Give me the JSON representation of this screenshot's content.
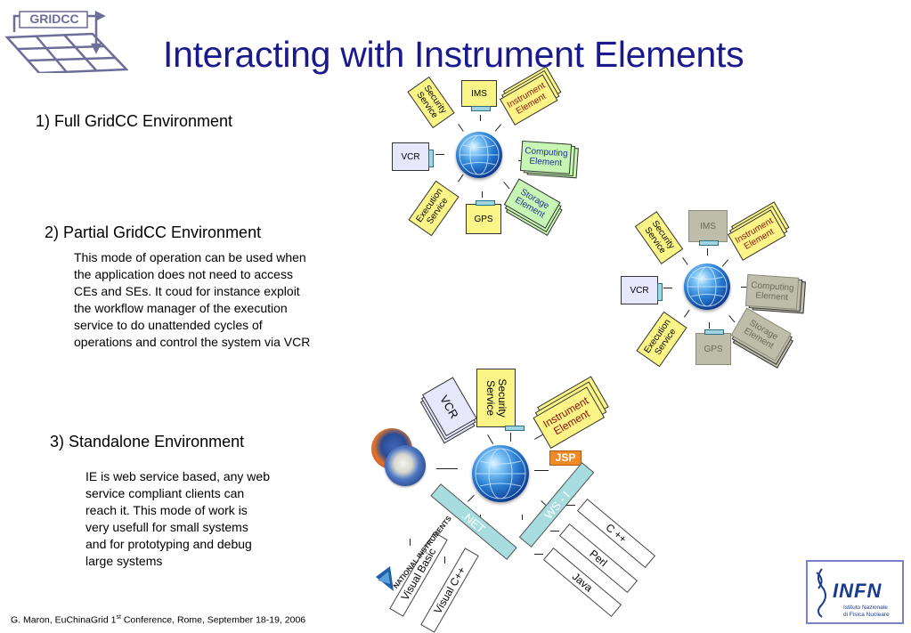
{
  "title": "Interacting with Instrument Elements",
  "logo_text": "GRIDCC",
  "sections": {
    "full": "1) Full GridCC Environment",
    "partial": "2) Partial GridCC Environment",
    "partial_desc": "This mode of operation can be used when the application does not need to access CEs and SEs.  It coud for instance exploit the workflow manager of the execution service to do unattended cycles of operations and control the system via VCR",
    "standalone": "3) Standalone Environment",
    "standalone_desc": "IE is web service based, any web service compliant clients can reach it.  This mode of work is very usefull for small systems and for prototyping and debug large systems"
  },
  "diagram1": {
    "ims": "IMS",
    "security": "Security Service",
    "instrument": "Instrument Element",
    "vcr": "VCR",
    "computing": "Computing Element",
    "execution": "Execution Service",
    "gps": "GPS",
    "storage": "Storage Element"
  },
  "diagram2": {
    "ims": "IMS",
    "security": "Security Service",
    "instrument": "Instrument Element",
    "vcr": "VCR",
    "computing": "Computing Element",
    "execution": "Execution Service",
    "gps": "GPS",
    "storage": "Storage Element"
  },
  "diagram3": {
    "vcr": "VCR",
    "security": "Security Service",
    "instrument": "Instrument Element",
    "jsp": "JSP",
    "net": ".NET",
    "ws": "WS - I",
    "visual_basic": "Visual Basic",
    "visual_cpp": "Visual C++",
    "cpp": "C ++",
    "perl": "Perl",
    "java": "Java",
    "ni_logo": "NATIONAL INSTRUMENTS"
  },
  "footer": {
    "prefix": "G. Maron, EuChinaGrid 1",
    "sup": "st",
    "suffix": " Conference, Rome, September 18-19, 2006"
  },
  "infn": {
    "name": "INFN",
    "line1": "Istituto Nazionale",
    "line2": "di Fisica Nucleare"
  },
  "colors": {
    "title": "#1a1a8c",
    "yellow_box": "#fbf587",
    "green_box": "#c7f6b4",
    "vcr_box": "#e7e7fb",
    "jsp": "#f08a24",
    "bars": "#a8dde0"
  }
}
